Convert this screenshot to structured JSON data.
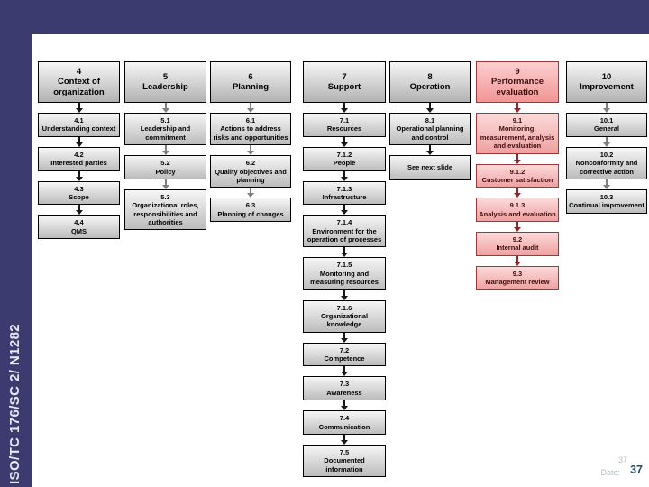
{
  "slide": {
    "sidebar_label": "ISO/TC 176/SC 2/ N1282",
    "footer": {
      "ghost_number": "37",
      "date_label": "Date:",
      "slide_number": "37"
    }
  },
  "colors": {
    "background_band": "#3c3b70",
    "box_fill_top": "#f6f6f6",
    "box_fill_bottom": "#bcbcbc",
    "highlight_fill_top": "#fcdada",
    "highlight_fill_bottom": "#f0a0a0",
    "highlight_border": "#9e3737",
    "connector_black": "#161616",
    "connector_gray": "#7f7f7f",
    "connector_red": "#8c2b2b"
  },
  "columns": [
    {
      "num": "4",
      "title": "Context of organization",
      "items": [
        {
          "code": "4.1",
          "label": "Understanding context"
        },
        {
          "code": "4.2",
          "label": "Interested parties"
        },
        {
          "code": "4.3",
          "label": "Scope"
        },
        {
          "code": "4.4",
          "label": "QMS"
        }
      ]
    },
    {
      "num": "5",
      "title": "Leadership",
      "items": [
        {
          "code": "5.1",
          "label": "Leadership and commitment"
        },
        {
          "code": "5.2",
          "label": "Policy"
        },
        {
          "code": "5.3",
          "label": "Organizational roles, responsibilities and authorities"
        }
      ]
    },
    {
      "num": "6",
      "title": "Planning",
      "items": [
        {
          "code": "6.1",
          "label": "Actions to address risks and opportunities"
        },
        {
          "code": "6.2",
          "label": "Quality objectives and planning"
        },
        {
          "code": "6.3",
          "label": "Planning of changes"
        }
      ]
    },
    {
      "num": "7",
      "title": "Support",
      "items": [
        {
          "code": "7.1",
          "label": "Resources"
        },
        {
          "code": "7.1.2",
          "label": "People"
        },
        {
          "code": "7.1.3",
          "label": "Infrastructure"
        },
        {
          "code": "7.1.4",
          "label": "Environment for the operation of processes"
        },
        {
          "code": "7.1.5",
          "label": "Monitoring and measuring resources"
        },
        {
          "code": "7.1.6",
          "label": "Organizational knowledge"
        },
        {
          "code": "7.2",
          "label": "Competence"
        },
        {
          "code": "7.3",
          "label": "Awareness"
        },
        {
          "code": "7.4",
          "label": "Communication"
        },
        {
          "code": "7.5",
          "label": "Documented information"
        }
      ]
    },
    {
      "num": "8",
      "title": "Operation",
      "items": [
        {
          "code": "8.1",
          "label": "Operational planning and control"
        },
        {
          "code": "",
          "label": "See next slide"
        }
      ]
    },
    {
      "num": "9",
      "title": "Performance evaluation",
      "items": [
        {
          "code": "9.1",
          "label": "Monitoring, measurement, analysis and evaluation"
        },
        {
          "code": "9.1.2",
          "label": "Customer satisfaction"
        },
        {
          "code": "9.1.3",
          "label": "Analysis and evaluation"
        },
        {
          "code": "9.2",
          "label": "Internal audit"
        },
        {
          "code": "9.3",
          "label": "Management review"
        }
      ]
    },
    {
      "num": "10",
      "title": "Improvement",
      "items": [
        {
          "code": "10.1",
          "label": "General"
        },
        {
          "code": "10.2",
          "label": "Nonconformity and corrective action"
        },
        {
          "code": "10.3",
          "label": "Continual improvement"
        }
      ]
    }
  ]
}
